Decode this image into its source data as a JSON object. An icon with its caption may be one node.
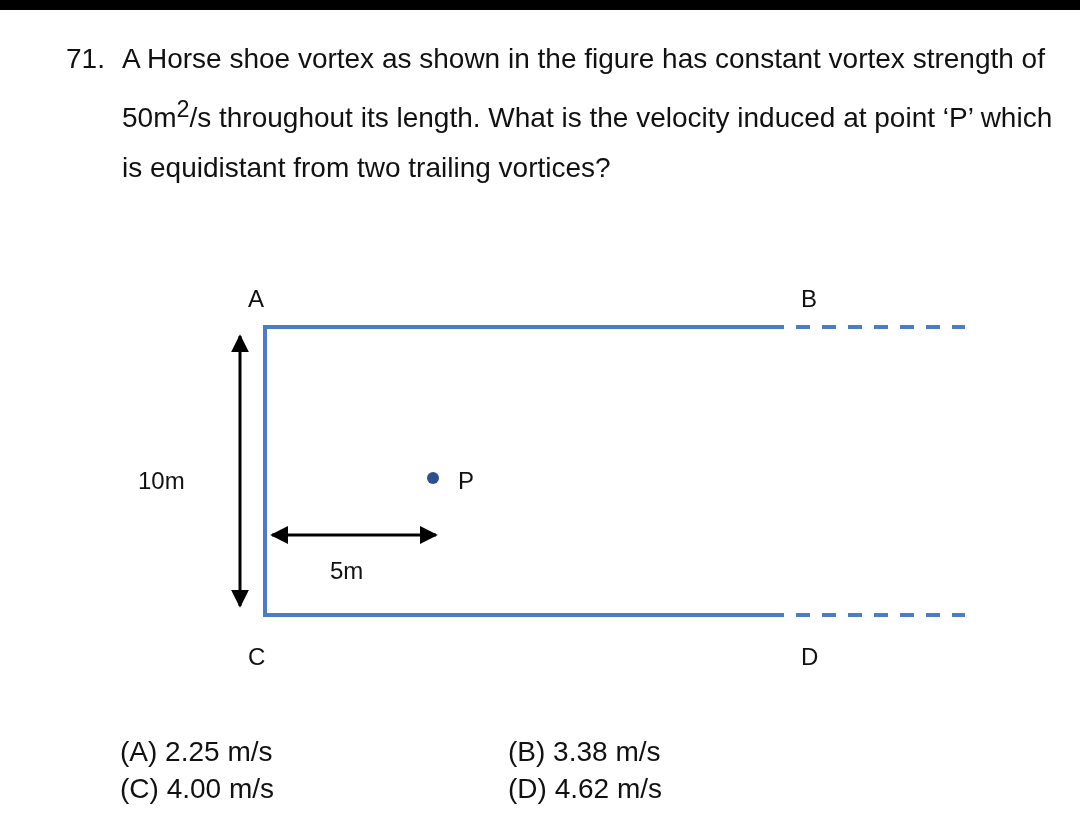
{
  "diagram": {
    "labels": [
      "71.",
      "A Horse shoe vortex as shown in the figure has constant vortex strength of 50m$^{2}$/s throughout its length. What is the velocity induced at point ‘P’ which is equidistant from two trailing vortices?",
      "A",
      "B",
      "10m",
      "P",
      "5m",
      "C",
      "D",
      "(A) 2.25 m/s",
      "(B) 3.38 m/s",
      "(C) 4.00 m/s",
      "(D) 4.62 m/s"
    ]
  }
}
